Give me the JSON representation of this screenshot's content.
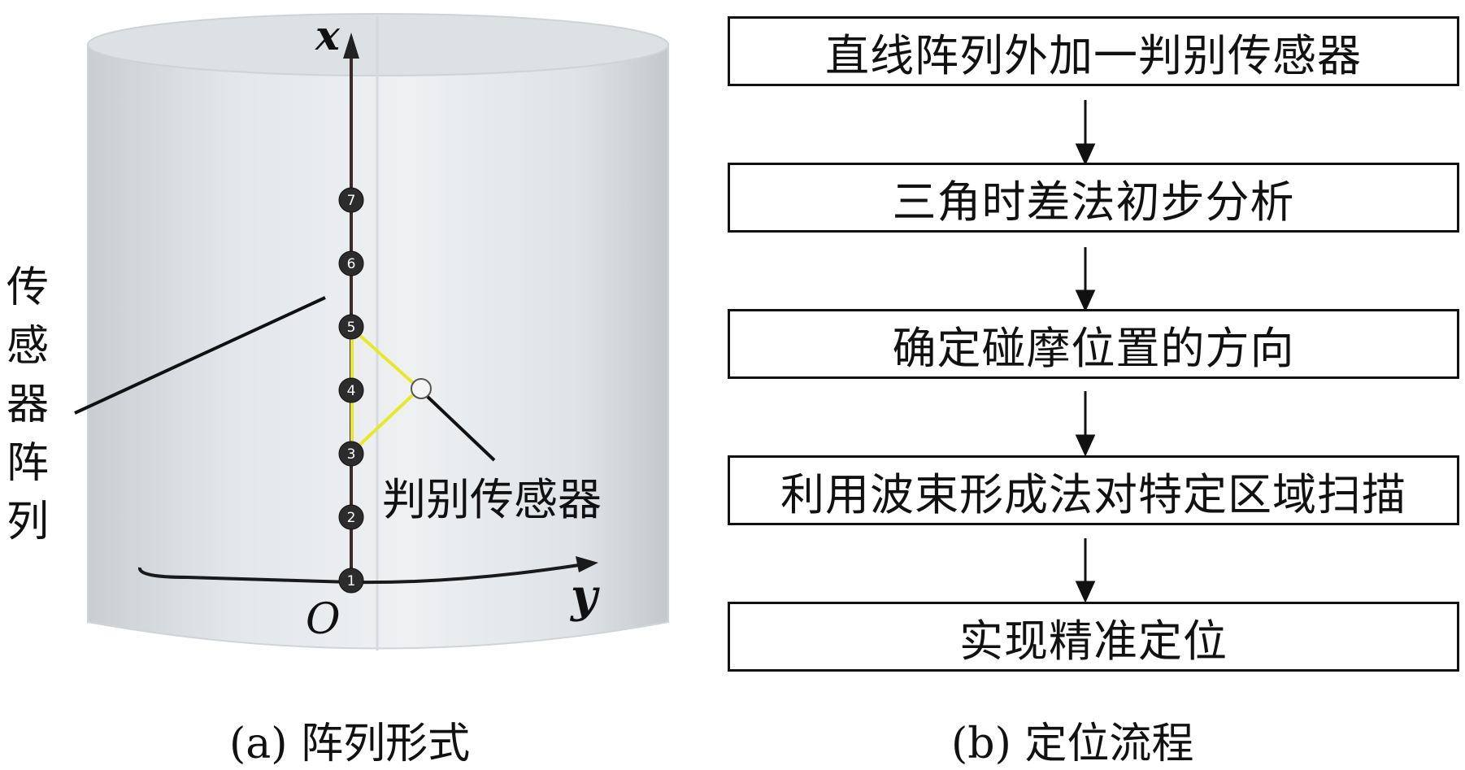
{
  "array_panel": {
    "side_label_chars": [
      "传",
      "感",
      "器",
      "阵",
      "列"
    ],
    "sensor_label": "判别传感器",
    "axis_x": "x",
    "axis_y": "y",
    "origin": "O",
    "sensors": [
      "1",
      "2",
      "3",
      "4",
      "5",
      "6",
      "7"
    ],
    "triangle_color": "#e8e82a",
    "caption": "(a) 阵列形式"
  },
  "flow_panel": {
    "steps": [
      "直线阵列外加一判别传感器",
      "三角时差法初步分析",
      "确定碰摩位置的方向",
      "利用波束形成法对特定区域扫描",
      "实现精准定位"
    ],
    "caption": "(b) 定位流程"
  }
}
